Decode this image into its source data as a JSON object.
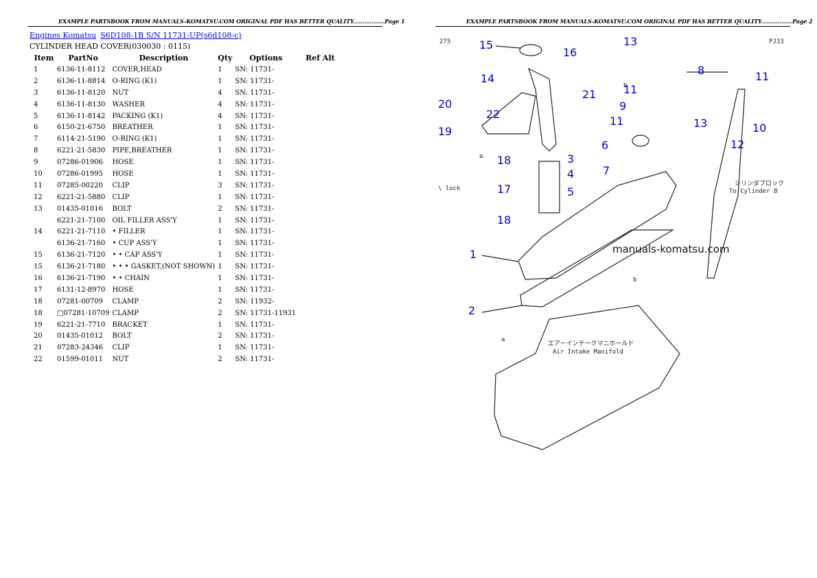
{
  "headers": {
    "page1": "EXAMPLE PARTSBOOK FROM MANUALS-KOMATSU.COM ORIGINAL PDF HAS BETTER QUALITY.................Page 1",
    "page2": "EXAMPLE PARTSBOOK FROM MANUALS-KOMATSU.COM ORIGINAL PDF HAS BETTER QUALITY.................Page 2"
  },
  "breadcrumb": {
    "link1": "Engines Komatsu",
    "link2": "S6D108-1B S/N 11731-UP(s6d108-c)"
  },
  "section_title": "CYLINDER HEAD COVER(030030 : 0115)",
  "table": {
    "columns": [
      "Item",
      "PartNo",
      "Description",
      "Qty",
      "Options",
      "Ref Alt"
    ],
    "rows": [
      {
        "item": "1",
        "partno": "6136-11-8112",
        "desc": "COVER,HEAD",
        "qty": "1",
        "opt": "SN: 11731-",
        "ref": ""
      },
      {
        "item": "2",
        "partno": "6136-11-8814",
        "desc": "O-RING (K1)",
        "qty": "1",
        "opt": "SN: 11731-",
        "ref": ""
      },
      {
        "item": "3",
        "partno": "6136-11-8120",
        "desc": "NUT",
        "qty": "4",
        "opt": "SN: 11731-",
        "ref": ""
      },
      {
        "item": "4",
        "partno": "6136-11-8130",
        "desc": "WASHER",
        "qty": "4",
        "opt": "SN: 11731-",
        "ref": ""
      },
      {
        "item": "5",
        "partno": "6136-11-8142",
        "desc": "PACKING (K1)",
        "qty": "4",
        "opt": "SN: 11731-",
        "ref": ""
      },
      {
        "item": "6",
        "partno": "6150-21-6750",
        "desc": "BREATHER",
        "qty": "1",
        "opt": "SN: 11731-",
        "ref": ""
      },
      {
        "item": "7",
        "partno": "6114-21-5190",
        "desc": "O-RING (K1)",
        "qty": "1",
        "opt": "SN: 11731-",
        "ref": ""
      },
      {
        "item": "8",
        "partno": "6221-21-5830",
        "desc": "PIPE,BREATHER",
        "qty": "1",
        "opt": "SN: 11731-",
        "ref": ""
      },
      {
        "item": "9",
        "partno": "07286-01906",
        "desc": "HOSE",
        "qty": "1",
        "opt": "SN: 11731-",
        "ref": ""
      },
      {
        "item": "10",
        "partno": "07286-01995",
        "desc": "HOSE",
        "qty": "1",
        "opt": "SN: 11731-",
        "ref": ""
      },
      {
        "item": "11",
        "partno": "07285-00220",
        "desc": "CLIP",
        "qty": "3",
        "opt": "SN: 11731-",
        "ref": ""
      },
      {
        "item": "12",
        "partno": "6221-21-5880",
        "desc": "CLIP",
        "qty": "1",
        "opt": "SN: 11731-",
        "ref": ""
      },
      {
        "item": "13",
        "partno": "01435-01016",
        "desc": "BOLT",
        "qty": "2",
        "opt": "SN: 11731-",
        "ref": ""
      },
      {
        "item": "",
        "partno": "6221-21-7100",
        "desc": "OIL FILLER ASS'Y",
        "qty": "1",
        "opt": "SN: 11731-",
        "ref": ""
      },
      {
        "item": "14",
        "partno": "6221-21-7110",
        "desc": "• FILLER",
        "qty": "1",
        "opt": "SN: 11731-",
        "ref": ""
      },
      {
        "item": "",
        "partno": "6136-21-7160",
        "desc": "• CUP ASS'Y",
        "qty": "1",
        "opt": "SN: 11731-",
        "ref": ""
      },
      {
        "item": "15",
        "partno": "6136-21-7120",
        "desc": "• • CAP ASS'Y",
        "qty": "1",
        "opt": "SN: 11731-",
        "ref": ""
      },
      {
        "item": "15",
        "partno": "6136-21-7180",
        "desc": "• • • GASKET,(NOT SHOWN)",
        "qty": "1",
        "opt": "SN: 11731-",
        "ref": ""
      },
      {
        "item": "16",
        "partno": "6136-21-7190",
        "desc": "• • CHAIN",
        "qty": "1",
        "opt": "SN: 11731-",
        "ref": ""
      },
      {
        "item": "17",
        "partno": "6131-12-8970",
        "desc": "HOSE",
        "qty": "1",
        "opt": "SN: 11731-",
        "ref": ""
      },
      {
        "item": "18",
        "partno": "07281-00709",
        "desc": "CLAMP",
        "qty": "2",
        "opt": "SN: 11932-",
        "ref": ""
      },
      {
        "item": "18",
        "partno": "□07281-10709",
        "desc": "CLAMP",
        "qty": "2",
        "opt": "SN: 11731-11931",
        "ref": ""
      },
      {
        "item": "19",
        "partno": "6221-21-7710",
        "desc": "BRACKET",
        "qty": "1",
        "opt": "SN: 11731-",
        "ref": ""
      },
      {
        "item": "20",
        "partno": "01435-01012",
        "desc": "BOLT",
        "qty": "2",
        "opt": "SN: 11731-",
        "ref": ""
      },
      {
        "item": "21",
        "partno": "07283-24346",
        "desc": "CLIP",
        "qty": "1",
        "opt": "SN: 11731-",
        "ref": ""
      },
      {
        "item": "22",
        "partno": "01599-01011",
        "desc": "NUT",
        "qty": "2",
        "opt": "SN: 11731-",
        "ref": ""
      }
    ]
  },
  "diagram": {
    "page_code_left": "275",
    "page_code_right": "PJ33",
    "watermark": "manuals-komatsu.com",
    "label_lock": "\\\nlock",
    "label_cylinder_jp": "シリンダブロック",
    "label_cylinder_en": "To Cylinder B",
    "label_intake_jp": "エアーインテークマニホールド",
    "label_intake_en": "Air Intake Manifold",
    "letter_a": "a",
    "letter_b": "b",
    "callouts": [
      "15",
      "16",
      "14",
      "13",
      "8",
      "11",
      "11",
      "21",
      "20",
      "22",
      "19",
      "9",
      "11",
      "6",
      "13",
      "10",
      "12",
      "18",
      "3",
      "7",
      "4",
      "17",
      "5",
      "18",
      "1",
      "2"
    ],
    "colors": {
      "callout": "#0000cc",
      "line": "#222222"
    }
  }
}
